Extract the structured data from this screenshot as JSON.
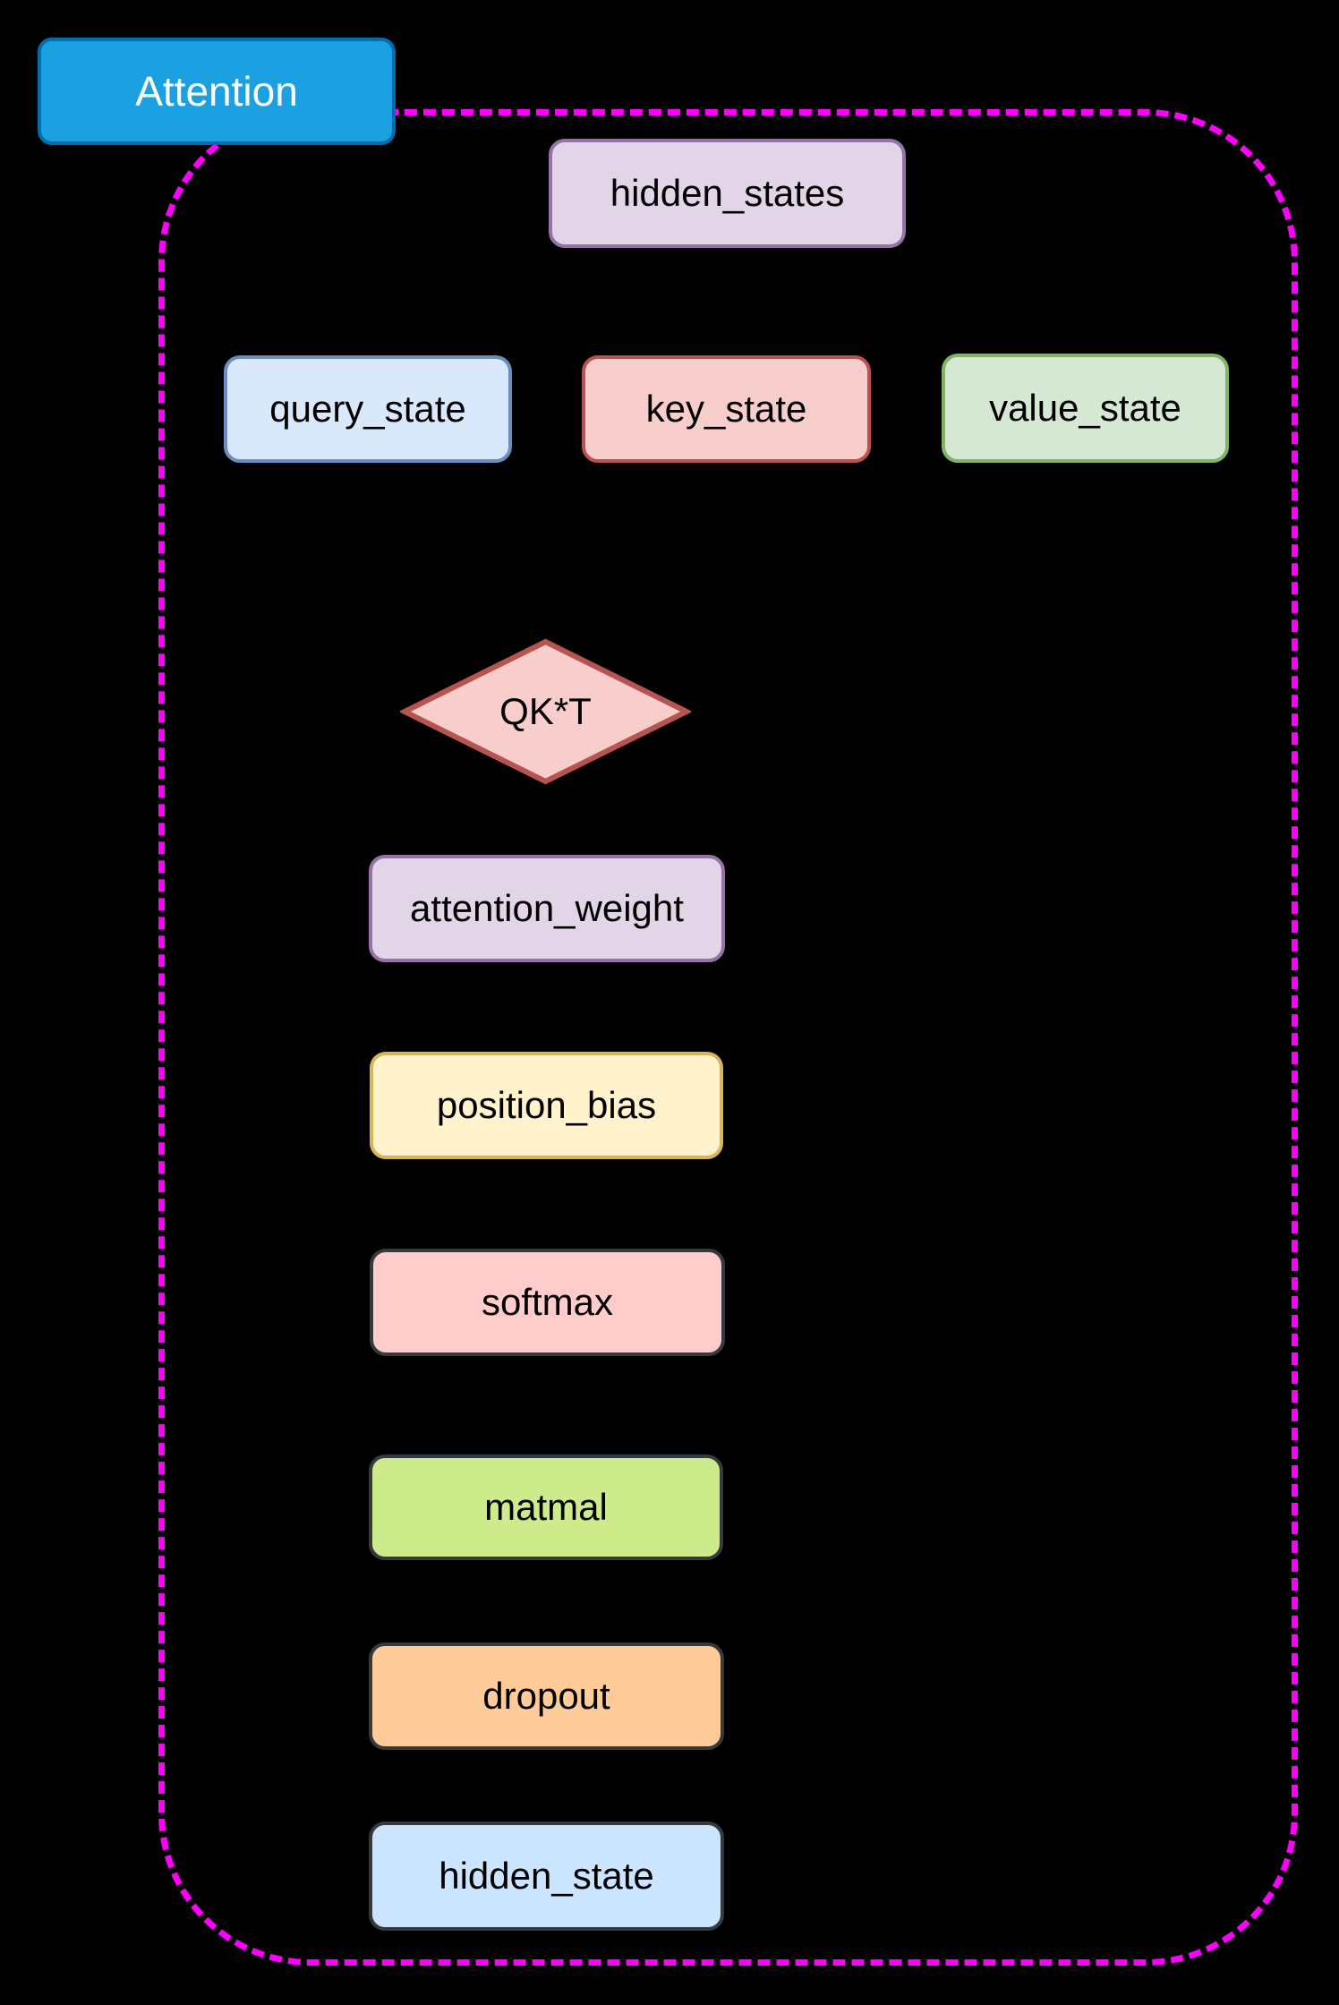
{
  "canvas": {
    "background": "#000000"
  },
  "group": {
    "label": "Attention",
    "boundary_color": "#FF00FF",
    "label_fill": "#1BA1E2",
    "label_stroke": "#006EAF",
    "label_text_color": "#FFFFFF"
  },
  "nodes": [
    {
      "id": "hidden_states",
      "label": "hidden_states",
      "shape": "rounded-rect",
      "fill": "#E1D5E7",
      "stroke": "#9673A6"
    },
    {
      "id": "query_state",
      "label": "query_state",
      "shape": "rounded-rect",
      "fill": "#DAE8FC",
      "stroke": "#6C8EBF"
    },
    {
      "id": "key_state",
      "label": "key_state",
      "shape": "rounded-rect",
      "fill": "#F8CECC",
      "stroke": "#B85450"
    },
    {
      "id": "value_state",
      "label": "value_state",
      "shape": "rounded-rect",
      "fill": "#D5E8D4",
      "stroke": "#82B366"
    },
    {
      "id": "qkt",
      "label": "QK*T",
      "shape": "diamond",
      "fill": "#F8CECC",
      "stroke": "#B85450"
    },
    {
      "id": "attention_weight",
      "label": "attention_weight",
      "shape": "rounded-rect",
      "fill": "#E1D5E7",
      "stroke": "#9673A6"
    },
    {
      "id": "position_bias",
      "label": "position_bias",
      "shape": "rounded-rect",
      "fill": "#FFF2CC",
      "stroke": "#D6B656"
    },
    {
      "id": "softmax",
      "label": "softmax",
      "shape": "rounded-rect",
      "fill": "#FFCCCC",
      "stroke": "#36393D"
    },
    {
      "id": "matmal",
      "label": "matmal",
      "shape": "rounded-rect",
      "fill": "#CDEB8B",
      "stroke": "#36393D"
    },
    {
      "id": "dropout",
      "label": "dropout",
      "shape": "rounded-rect",
      "fill": "#FFCC99",
      "stroke": "#36393D"
    },
    {
      "id": "hidden_state",
      "label": "hidden_state",
      "shape": "rounded-rect",
      "fill": "#CCE5FF",
      "stroke": "#36393D"
    }
  ]
}
